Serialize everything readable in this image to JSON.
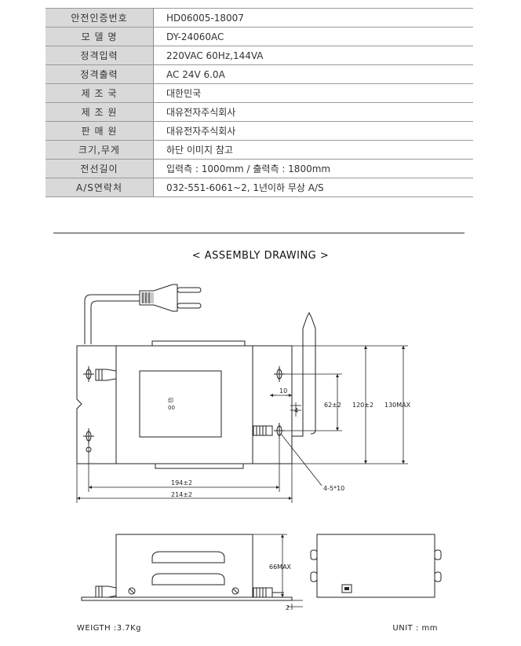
{
  "specs": [
    {
      "label": "안전인증번호",
      "value": "HD06005-18007"
    },
    {
      "label": "모 델 명",
      "value": "DY-24060AC"
    },
    {
      "label": "정격입력",
      "value": "220VAC 60Hz,144VA"
    },
    {
      "label": "정격출력",
      "value": "AC 24V 6.0A"
    },
    {
      "label": "제 조 국",
      "value": "대한민국"
    },
    {
      "label": "제 조 원",
      "value": "대유전자주식회사"
    },
    {
      "label": "판 매 원",
      "value": "대유전자주식회사"
    },
    {
      "label": "크기,무게",
      "value": "하단 이미지 참고"
    },
    {
      "label": "전선길이",
      "value": "입력측 : 1000mm / 출력측 : 1800mm"
    },
    {
      "label": "A/S연락처",
      "value": "032-551-6061~2, 1년이하 무상 A/S"
    }
  ],
  "drawing": {
    "title": "< ASSEMBLY DRAWING >",
    "label_plate_line1": "印",
    "label_plate_line2": "00",
    "dim_10": "10",
    "dim_4": "4",
    "dim_62": "62±2",
    "dim_120": "120±2",
    "dim_130": "130MAX",
    "dim_194": "194±2",
    "dim_214": "214±2",
    "dim_holes": "4-5*10",
    "dim_66": "66MAX",
    "dim_2": "2"
  },
  "footer": {
    "weight": "WEIGTH :3.7Kg",
    "unit": "UNIT : mm"
  }
}
